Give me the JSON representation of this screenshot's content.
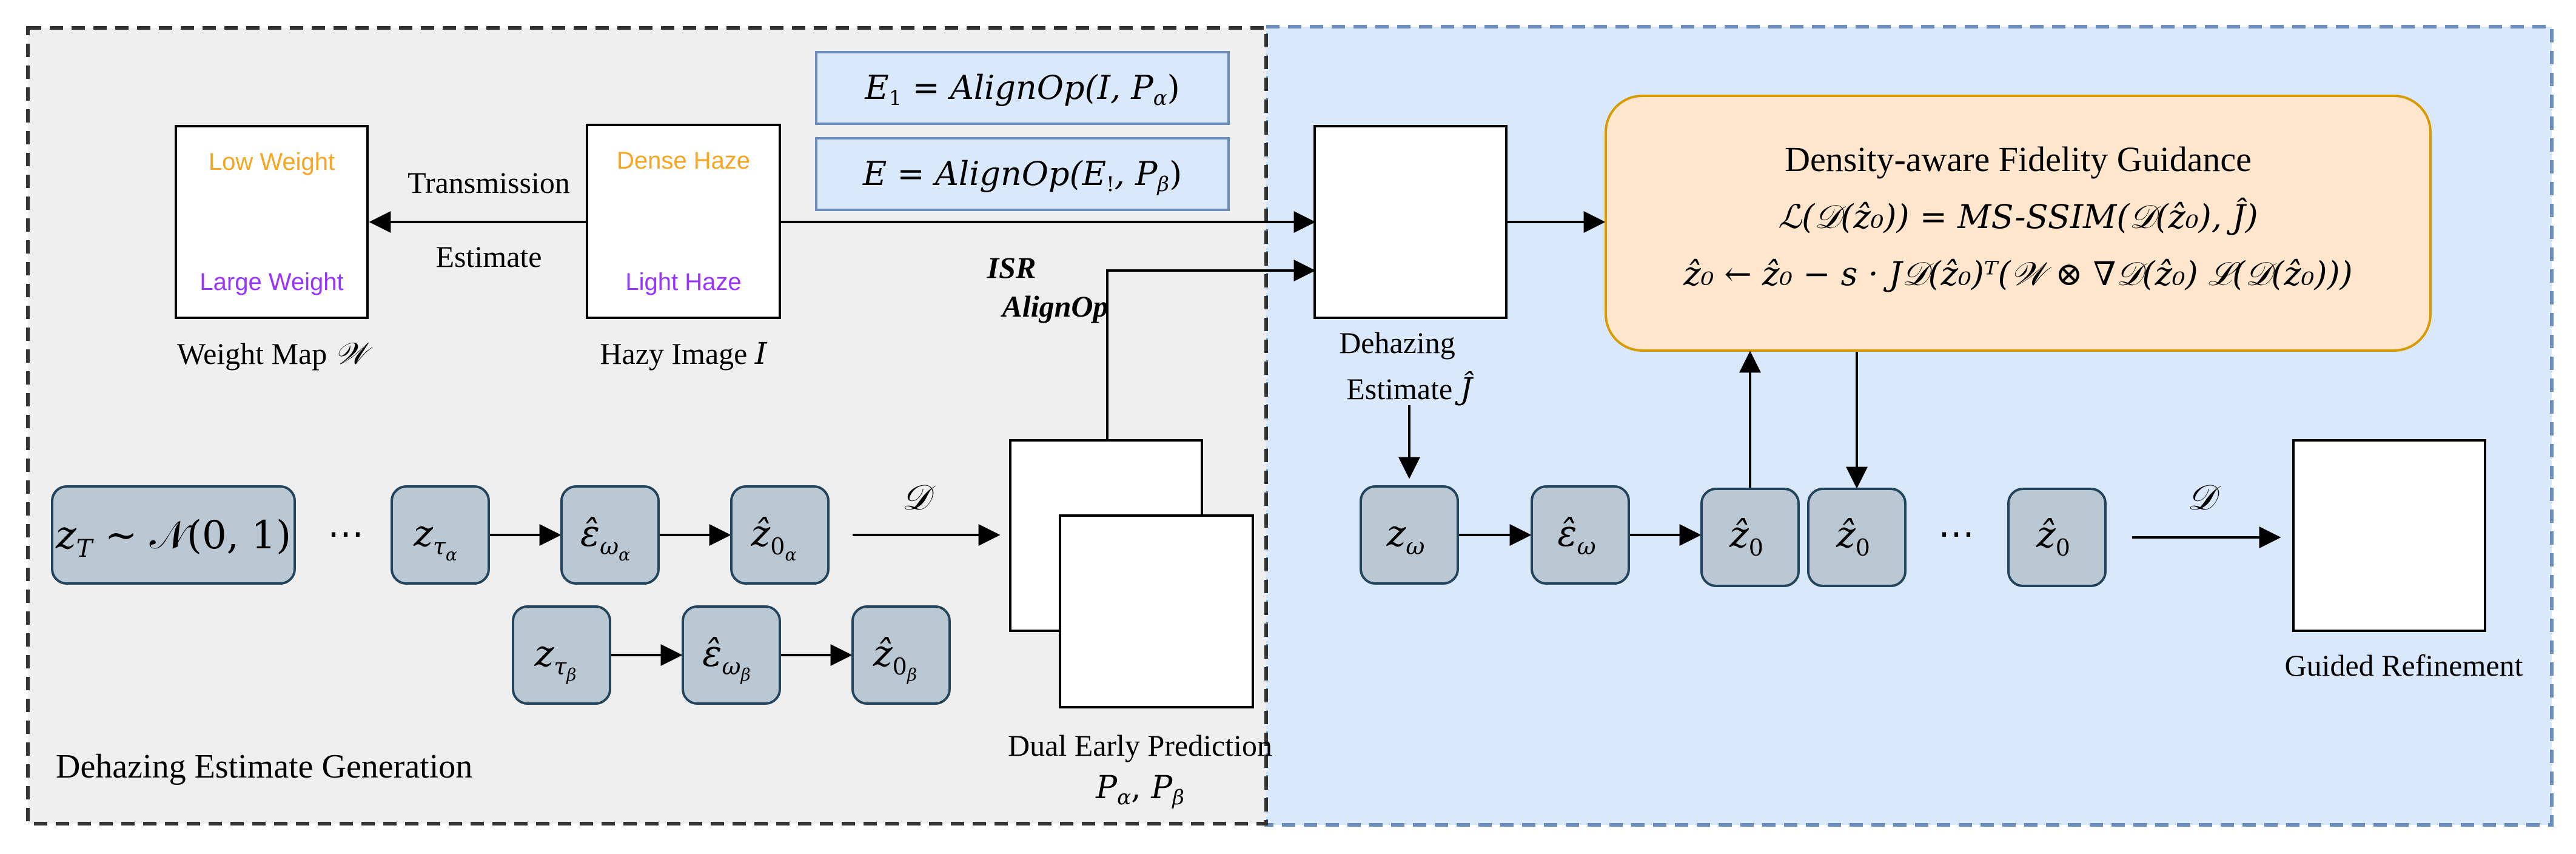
{
  "colors": {
    "left_panel_fill": "#efefef",
    "right_panel_fill": "#dae8fc",
    "right_panel_stroke": "#6c8ebf",
    "node_fill": "#bac8d3",
    "node_stroke": "#23445d",
    "eq_box_fill": "#dae8fc",
    "guidance_fill": "#ffe6cc",
    "guidance_stroke": "#d79b00",
    "orange_text": "#f5a623",
    "purple_text": "#9933ff"
  },
  "left_panel": {
    "title": "Dehazing Estimate Generation"
  },
  "weight_map": {
    "top_text": "Low Weight",
    "bottom_text": "Large Weight",
    "caption_text": "Weight Map ",
    "caption_symbol": "𝒲"
  },
  "hazy_image": {
    "top_text": "Dense Haze",
    "bottom_text": "Light Haze",
    "caption_text": "Hazy Image ",
    "caption_symbol": "I"
  },
  "transmission": {
    "line1": "Transmission",
    "line2": "Estimate"
  },
  "equations": {
    "eq1_lhs": "E",
    "eq1_sub": "1",
    "eq1_rhs": " = AlignOp(I, P",
    "eq1_psub": "α",
    "eq1_close": ")",
    "eq2_lhs": "E",
    "eq2_rhs": " = AlignOp(E",
    "eq2_sub": "!",
    "eq2_mid": ", P",
    "eq2_psub": "β",
    "eq2_close": ")"
  },
  "isr": {
    "line1": "ISR",
    "line2": "AlignOp"
  },
  "decoder_symbol": "𝒟",
  "ellipsis": "⋯",
  "nodes_alpha": [
    {
      "main": "z",
      "sub": "T",
      "tail": " ∼ 𝒩(0, 1)"
    },
    {
      "main": "z",
      "sub": "τ",
      "subsub": "α"
    },
    {
      "main": "ε̂",
      "sub": "ω",
      "subsub": "α"
    },
    {
      "main": "ẑ",
      "sub": "0",
      "subsub": "α"
    }
  ],
  "nodes_beta": [
    {
      "main": "z",
      "sub": "τ",
      "subsub": "β"
    },
    {
      "main": "ε̂",
      "sub": "ω",
      "subsub": "β"
    },
    {
      "main": "ẑ",
      "sub": "0",
      "subsub": "β"
    }
  ],
  "dual_prediction": {
    "line1": "Dual Early Prediction",
    "line2_a": "P",
    "line2_a_sub": "α",
    "line2_sep": ", ",
    "line2_b": "P",
    "line2_b_sub": "β"
  },
  "dehazing_estimate": {
    "line1": "Dehazing",
    "line2": "Estimate ",
    "symbol": "Ĵ"
  },
  "guidance": {
    "title": "Density-aware Fidelity Guidance",
    "formula1": "ℒ(𝒟(ẑ₀)) = MS-SSIM(𝒟(ẑ₀), Ĵ)",
    "formula2": "ẑ₀ ← ẑ₀ − s · J𝒟(ẑ₀)ᵀ(𝒲 ⊗ ∇𝒟(ẑ₀) ℒ(𝒟(ẑ₀)))"
  },
  "nodes_right": [
    {
      "main": "z",
      "sub": "ω"
    },
    {
      "main": "ε̂",
      "sub": "ω"
    },
    {
      "main": "ẑ",
      "sub": "0"
    },
    {
      "main": "ẑ",
      "sub": "0"
    },
    {
      "main": "ẑ",
      "sub": "0"
    }
  ],
  "guided_refinement": {
    "label": "Guided Refinement"
  }
}
